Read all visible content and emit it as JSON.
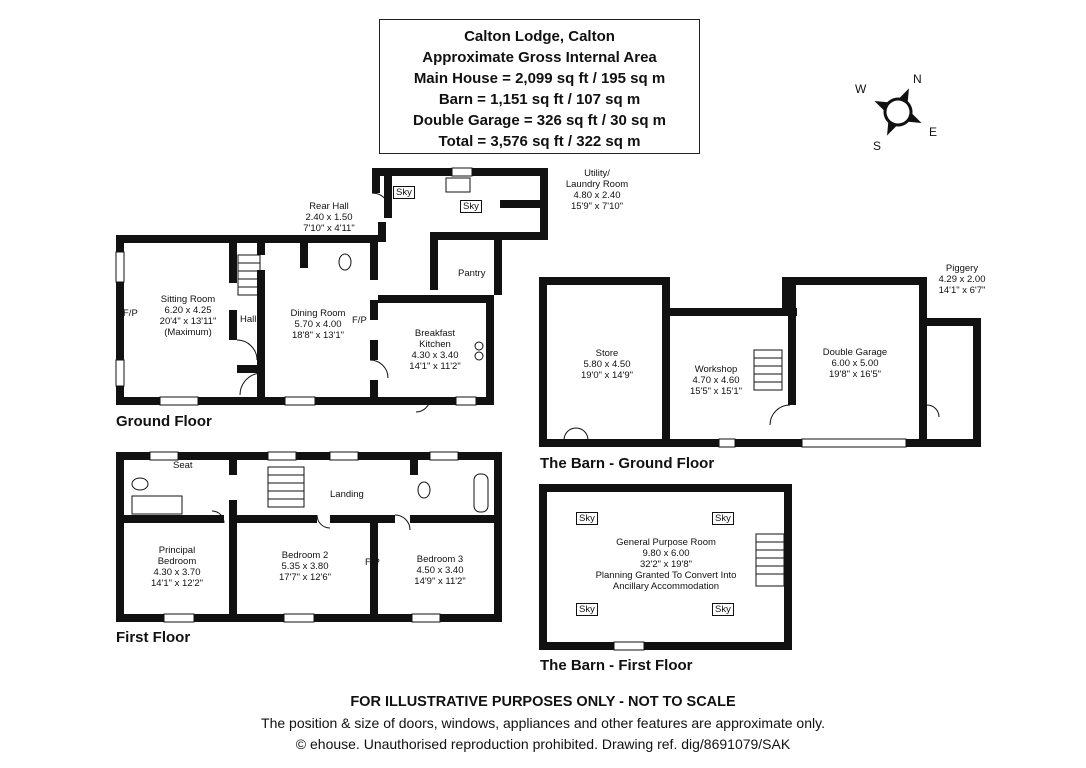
{
  "header": {
    "property": "Calton Lodge, Calton",
    "gia_label": "Approximate Gross Internal Area",
    "main_house": "Main House = 2,099 sq ft / 195 sq m",
    "barn": "Barn = 1,151 sq ft / 107 sq m",
    "garage": "Double Garage = 326 sq ft / 30 sq m",
    "total": "Total = 3,576 sq ft / 322 sq m"
  },
  "compass": {
    "n": "N",
    "e": "E",
    "s": "S",
    "w": "W"
  },
  "floors": {
    "ground": "Ground Floor",
    "first": "First Floor",
    "barn_ground": "The Barn - Ground Floor",
    "barn_first": "The Barn - First Floor"
  },
  "rooms": {
    "sitting": {
      "name": "Sitting Room",
      "metric": "6.20 x 4.25",
      "imperial": "20'4\" x 13'11\"",
      "note": "(Maximum)"
    },
    "hall": "Hall",
    "dining": {
      "name": "Dining Room",
      "metric": "5.70 x 4.00",
      "imperial": "18'8\" x 13'1\""
    },
    "breakfast": {
      "name1": "Breakfast",
      "name2": "Kitchen",
      "metric": "4.30 x 3.40",
      "imperial": "14'1\" x 11'2\""
    },
    "rear_hall": {
      "name": "Rear Hall",
      "metric": "2.40 x 1.50",
      "imperial": "7'10\" x 4'11\""
    },
    "utility": {
      "name1": "Utility/",
      "name2": "Laundry Room",
      "metric": "4.80 x 2.40",
      "imperial": "15'9\" x 7'10\""
    },
    "pantry": "Pantry",
    "landing": "Landing",
    "seat": "Seat",
    "principal": {
      "name1": "Principal",
      "name2": "Bedroom",
      "metric": "4.30 x 3.70",
      "imperial": "14'1\" x 12'2\""
    },
    "bedroom2": {
      "name": "Bedroom 2",
      "metric": "5.35 x 3.80",
      "imperial": "17'7\" x 12'6\""
    },
    "bedroom3": {
      "name": "Bedroom 3",
      "metric": "4.50 x 3.40",
      "imperial": "14'9\" x 11'2\""
    },
    "store": {
      "name": "Store",
      "metric": "5.80 x 4.50",
      "imperial": "19'0\" x 14'9\""
    },
    "workshop": {
      "name": "Workshop",
      "metric": "4.70 x 4.60",
      "imperial": "15'5\" x 15'1\""
    },
    "garage": {
      "name": "Double Garage",
      "metric": "6.00 x 5.00",
      "imperial": "19'8\" x 16'5\""
    },
    "piggery": {
      "name": "Piggery",
      "metric": "4.29 x 2.00",
      "imperial": "14'1\" x 6'7\""
    },
    "gpr": {
      "name": "General Purpose Room",
      "metric": "9.80 x 6.00",
      "imperial": "32'2\" x 19'8\"",
      "note1": "Planning Granted To Convert Into",
      "note2": "Ancillary Accommodation"
    }
  },
  "labels": {
    "fp": "F/P",
    "sky": "Sky"
  },
  "footer": {
    "disclaimer": "FOR ILLUSTRATIVE PURPOSES ONLY - NOT TO SCALE",
    "note": "The position & size of doors, windows, appliances and other features are approximate only.",
    "copyright": "© ehouse. Unauthorised reproduction prohibited. Drawing ref. dig/8691079/SAK"
  }
}
